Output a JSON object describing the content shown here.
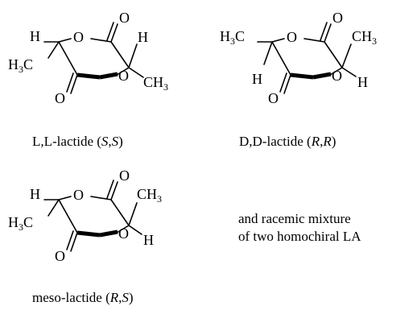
{
  "captions": {
    "ll": {
      "prefix": "L,L-lactide (",
      "a": "S",
      "sep": ",",
      "b": "S",
      "suffix": ")"
    },
    "dd": {
      "prefix": "D,D-lactide (",
      "a": "R",
      "sep": ",",
      "b": "R",
      "suffix": ")"
    },
    "meso": {
      "prefix": "meso-lactide (",
      "a": "R",
      "sep": ",",
      "b": "S",
      "suffix": ")"
    }
  },
  "note": {
    "line1": "and racemic mixture",
    "line2": "of two homochiral LA"
  },
  "atoms": {
    "H": "H",
    "O": "O",
    "C": "C",
    "CH3": "CH",
    "H3C_H": "H",
    "sub3": "3"
  }
}
